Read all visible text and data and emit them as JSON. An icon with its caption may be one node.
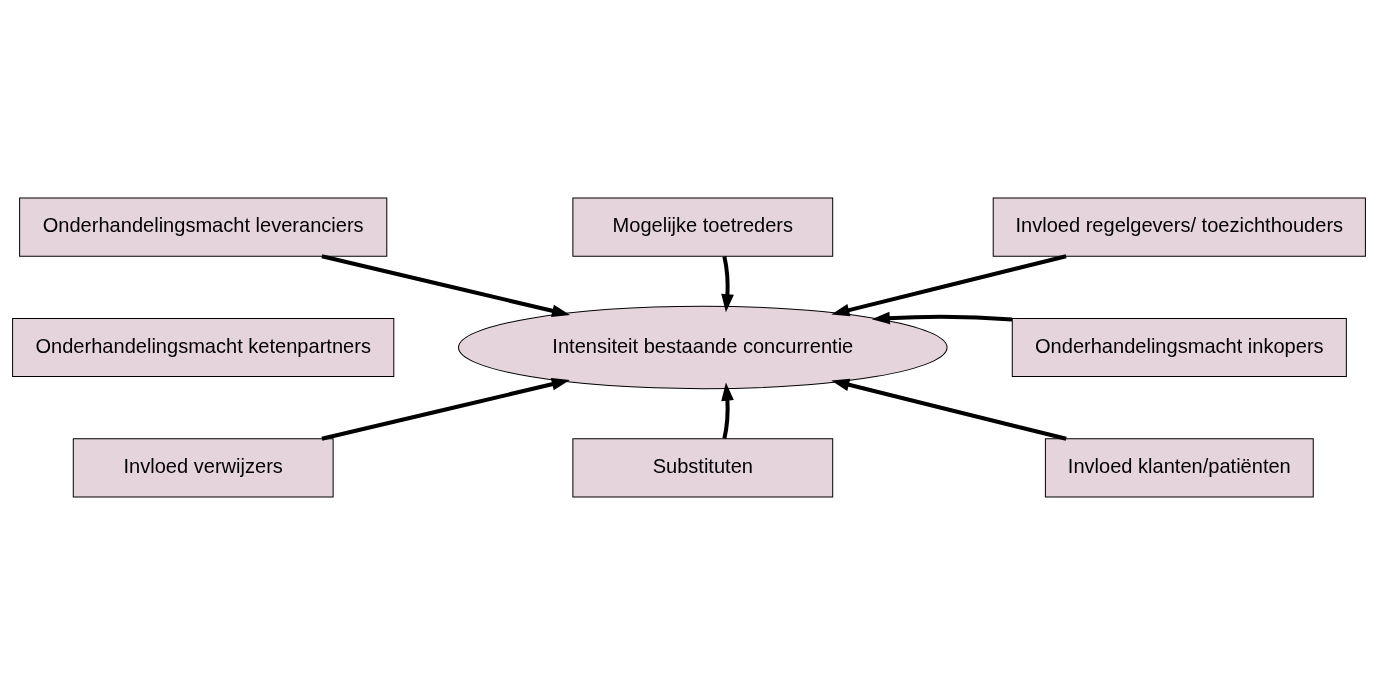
{
  "diagram": {
    "nodes": [
      {
        "text": [
          "Mogelijke toetreders"
        ]
      },
      {
        "text": [
          "Onderhandelingsmacht leveranciers"
        ]
      },
      {
        "text": [
          "Invloed regelgevers/ toezichthouders"
        ]
      },
      {
        "text": [
          "Onderhandelingsmacht ketenpartners"
        ]
      },
      {
        "text": [
          "Intensiteit bestaande concurrentie"
        ]
      },
      {
        "text": [
          "Onderhandelingsmacht inkopers"
        ]
      },
      {
        "text": [
          "Invloed verwijzers"
        ]
      },
      {
        "text": [
          "Invloed klanten/patiënten"
        ]
      },
      {
        "text": [
          "Substituten"
        ]
      }
    ],
    "edges": [
      {
        "from": 0,
        "to": 4,
        "arrow": "to"
      },
      {
        "from": 1,
        "to": 4,
        "arrow": "to"
      },
      {
        "from": 2,
        "to": 4,
        "arrow": "to"
      },
      {
        "from": 5,
        "to": 4,
        "arrow": "to"
      },
      {
        "from": 6,
        "to": 4,
        "arrow": "to"
      },
      {
        "from": 7,
        "to": 4,
        "arrow": "to"
      },
      {
        "from": 8,
        "to": 4,
        "arrow": "to"
      }
    ]
  }
}
